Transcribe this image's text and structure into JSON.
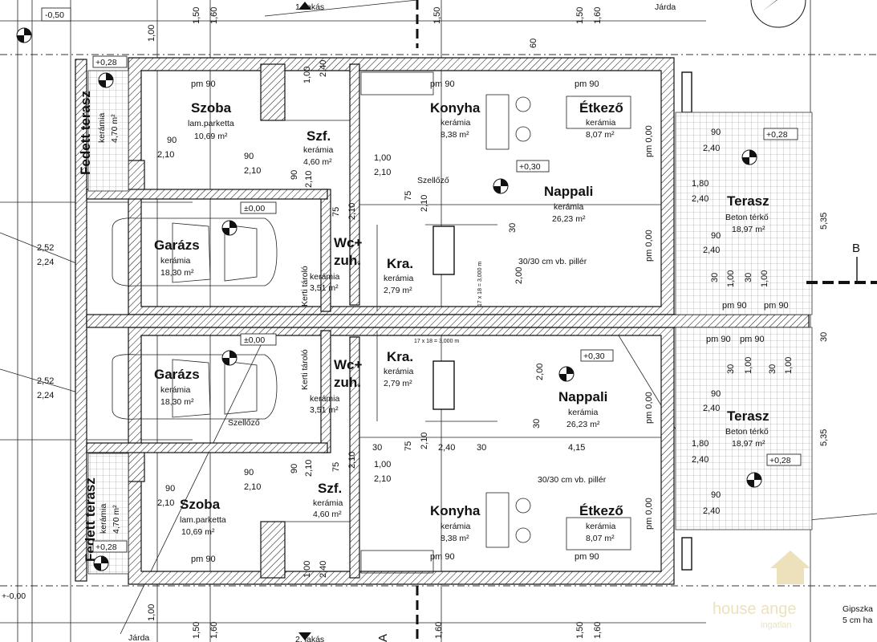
{
  "rooms": {
    "szoba_top": {
      "name": "Szoba",
      "floor": "lam.parketta",
      "area": "10,69 m²"
    },
    "szf_top": {
      "name": "Szf.",
      "floor": "kerámia",
      "area": "4,60 m²"
    },
    "konyha_top": {
      "name": "Konyha",
      "floor": "kerámia",
      "area": "8,38 m²"
    },
    "etkezo_top": {
      "name": "Étkező",
      "floor": "kerámia",
      "area": "8,07 m²"
    },
    "nappali_top": {
      "name": "Nappali",
      "floor": "kerámia",
      "area": "26,23 m²"
    },
    "garazs_top": {
      "name": "Garázs",
      "floor": "kerámia",
      "area": "18,30 m²"
    },
    "wc_top": {
      "name1": "Wc+",
      "name2": "zuh.",
      "floor": "kerámia",
      "area": "3,51 m²"
    },
    "kra_top": {
      "name": "Kra.",
      "floor": "kerámia",
      "area": "2,79 m²"
    },
    "terasz_top": {
      "name": "Terasz",
      "floor": "Beton térkő",
      "area": "18,97 m²"
    },
    "fedett_top": {
      "name": "Fedett terasz",
      "floor": "kerámia",
      "area": "4,70 m²"
    },
    "garazs_bot": {
      "name": "Garázs",
      "floor": "kerámia",
      "area": "18,30 m²"
    },
    "wc_bot": {
      "name1": "Wc+",
      "name2": "zuh.",
      "floor": "kerámia",
      "area": "3,51 m²"
    },
    "kra_bot": {
      "name": "Kra.",
      "floor": "kerámia",
      "area": "2,79 m²"
    },
    "nappali_bot": {
      "name": "Nappali",
      "floor": "kerámia",
      "area": "26,23 m²"
    },
    "terasz_bot": {
      "name": "Terasz",
      "floor": "Beton térkő",
      "area": "18,97 m²"
    },
    "szoba_bot": {
      "name": "Szoba",
      "floor": "lam.parketta",
      "area": "10,69 m²"
    },
    "szf_bot": {
      "name": "Szf.",
      "floor": "kerámia",
      "area": "4,60 m²"
    },
    "konyha_bot": {
      "name": "Konyha",
      "floor": "kerámia",
      "area": "8,38 m²"
    },
    "etkezo_bot": {
      "name": "Étkező",
      "floor": "kerámia",
      "area": "8,07 m²"
    },
    "fedett_bot": {
      "name": "Fedett terasz",
      "floor": "kerámia",
      "area": "4,70 m²"
    }
  },
  "labels": {
    "jarda": "Járda",
    "lakas1": "1. lakás",
    "lakas2": "2. lakás",
    "szellozo": "Szellőző",
    "kerti_tarolo": "Kerti tároló",
    "piller": "30/30 cm vb. pillér",
    "stair": "17 x 18 = 3,000 m",
    "gipsz1": "Gipszka",
    "gipsz2": "5 cm ha",
    "section_b": "B",
    "section_a": "A",
    "watermark1": "house ange",
    "watermark2": "ingatlan"
  },
  "levels": {
    "m050": "-0,50",
    "p028": "+0,28",
    "p030": "+0,30",
    "z000": "±0,00",
    "m000": "+-0,00"
  },
  "dims": {
    "pm90": "pm 90",
    "pm000": "pm 0,00",
    "v100": "1,00",
    "v150": "1,50",
    "v160": "1,60",
    "v210": "2,10",
    "v240": "2,40",
    "v90": "90",
    "v60": "60",
    "v75": "75",
    "v30": "30",
    "v200": "2,00",
    "v180": "1,80",
    "v252": "2,52",
    "v224": "2,24",
    "v535": "5,35",
    "v415": "4,15"
  }
}
